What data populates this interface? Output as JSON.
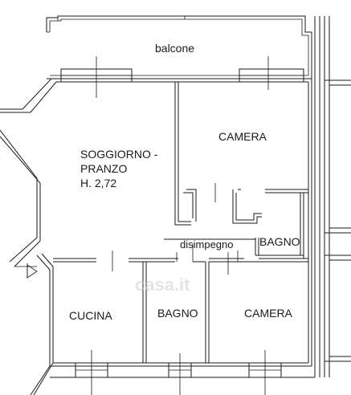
{
  "rooms": {
    "balcony": "balcone",
    "living_line1": "SOGGIORNO -",
    "living_line2": "PRANZO",
    "living_height": "H. 2,72",
    "bedroom_top": "CAMERA",
    "hallway": "disimpegno",
    "bathroom_right": "BAGNO",
    "kitchen": "CUCINA",
    "bathroom_bottom": "BAGNO",
    "bedroom_bottom": "CAMERA"
  },
  "watermark": "casa.it",
  "colors": {
    "wall": "#1a1a1a",
    "background": "#ffffff",
    "watermark": "#cfcfcf"
  }
}
